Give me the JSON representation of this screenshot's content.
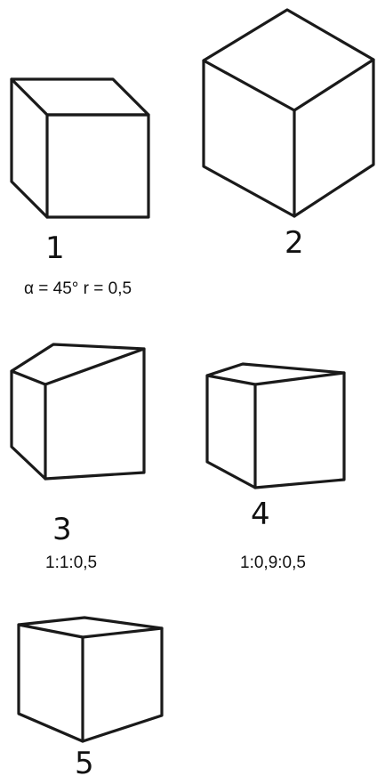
{
  "figures": [
    {
      "number": "1",
      "caption": "α = 45° r = 0,5"
    },
    {
      "number": "2",
      "caption": ""
    },
    {
      "number": "3",
      "caption": "1:1:0,5"
    },
    {
      "number": "4",
      "caption": "1:0,9:0,5"
    },
    {
      "number": "5",
      "caption": ""
    }
  ]
}
